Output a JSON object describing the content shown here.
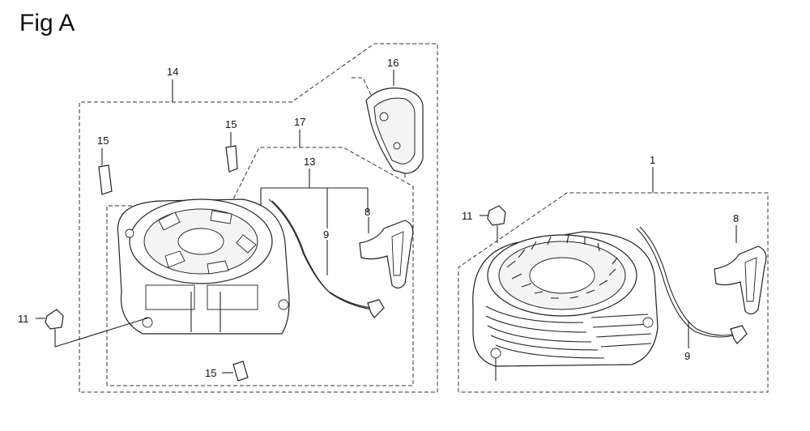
{
  "figure": {
    "title": "Fig A",
    "callouts": {
      "c14": "14",
      "c16": "16",
      "c15a": "15",
      "c15b": "15",
      "c15c": "15",
      "c17": "17",
      "c13": "13",
      "c9a": "9",
      "c8a": "8",
      "c11a": "11",
      "c1": "1",
      "c11b": "11",
      "c8b": "8",
      "c9b": "9"
    }
  }
}
